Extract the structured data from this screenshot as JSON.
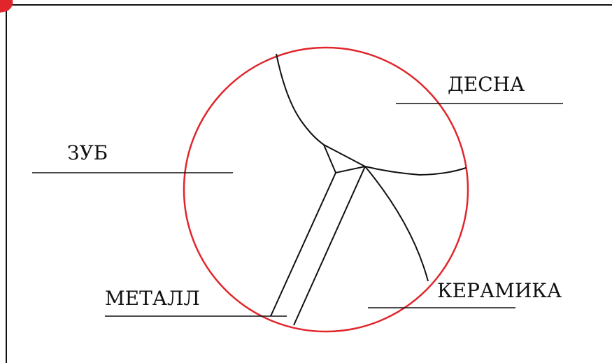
{
  "labels": {
    "gum": "ДЕСНА",
    "tooth": "ЗУБ",
    "metal": "МЕТАЛЛ",
    "ceramic": "КЕРАМИКА"
  },
  "colors": {
    "circle": "#e0262b",
    "lines": "#111111",
    "frame": "#111111",
    "corner_mark": "#e0262b"
  }
}
